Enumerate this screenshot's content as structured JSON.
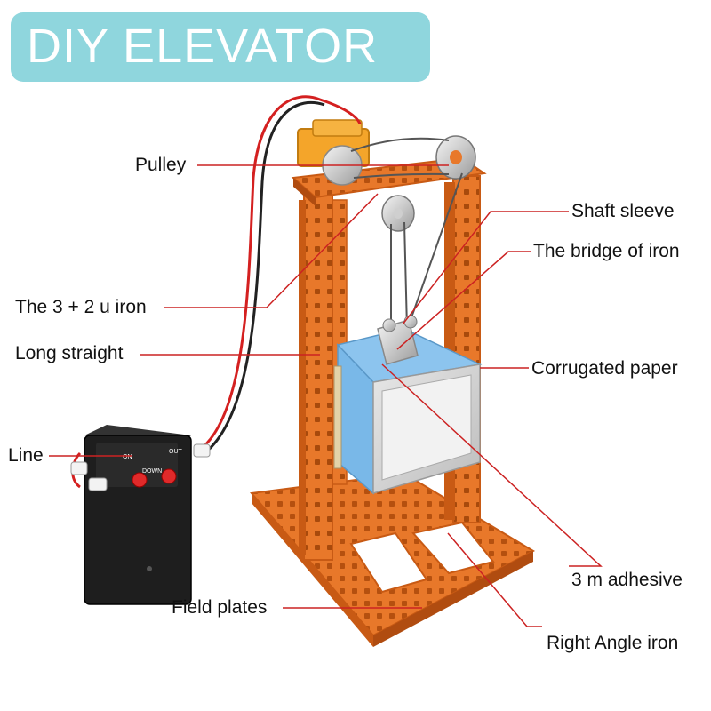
{
  "title": "DIY ELEVATOR",
  "colors": {
    "banner": "#8fd6dd",
    "title_text": "#ffffff",
    "leader_line": "#cc2222",
    "frame_orange": "#e8782a",
    "frame_dark": "#c85a14",
    "battery_box": "#1e1e1e",
    "foam_blue": "#79b8e8",
    "wire_red": "#d42020"
  },
  "labels": {
    "pulley": "Pulley",
    "shaft_sleeve": "Shaft sleeve",
    "bridge_of_iron": "The bridge of iron",
    "u_iron": "The 3 + 2 u iron",
    "long_straight": "Long straight",
    "corrugated_paper": "Corrugated paper",
    "line": "Line",
    "adhesive": "3 m adhesive",
    "field_plates": "Field plates",
    "right_angle_iron": "Right Angle iron"
  },
  "battery_box": {
    "switch_left": "ON",
    "switch_right": "OUT",
    "switch_mid": "DOWN"
  }
}
